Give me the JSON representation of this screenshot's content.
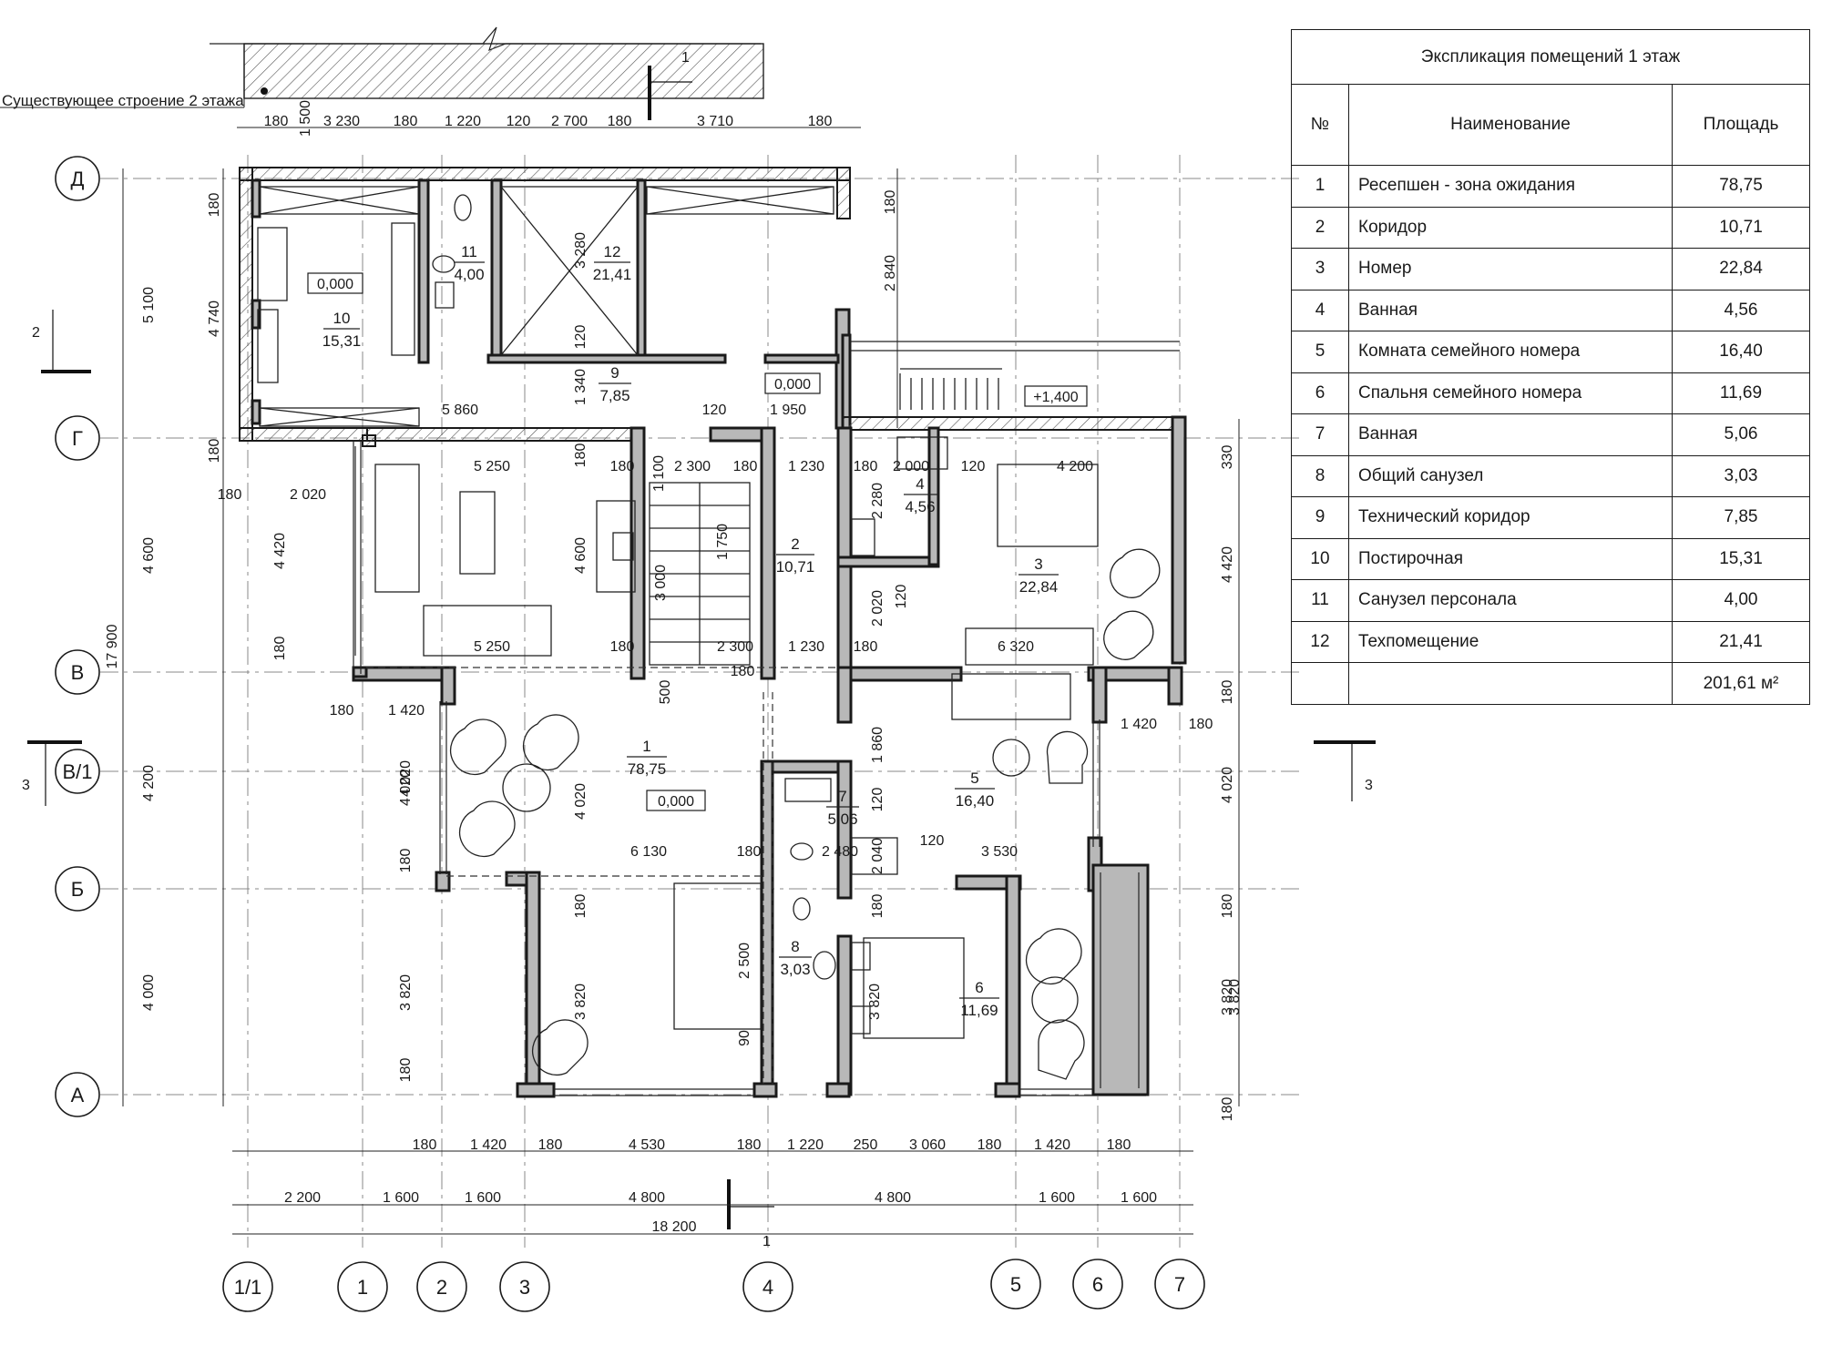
{
  "existing_building_note": "Существующее строение 2 этажа",
  "axes": {
    "rows": [
      "Д",
      "Г",
      "В",
      "В/1",
      "Б",
      "А"
    ],
    "columns": [
      "1/1",
      "1",
      "2",
      "3",
      "4",
      "5",
      "6",
      "7"
    ]
  },
  "section_marks": {
    "s1": "1",
    "s1b": "1",
    "s2": "2",
    "s3_left": "3",
    "s3_right": "3"
  },
  "dims": {
    "top": [
      "180",
      "3 230",
      "180",
      "1 220",
      "120",
      "2 700",
      "180",
      "3 710",
      "180"
    ],
    "top_vertical": "1 500",
    "bottom_row1": [
      "180",
      "1 420",
      "180",
      "4 530",
      "180",
      "1 220",
      "250",
      "3 060",
      "180",
      "1 420",
      "180"
    ],
    "bottom_row2": [
      "2 200",
      "1 600",
      "1 600",
      "4 800",
      "4 800",
      "1 600",
      "1 600"
    ],
    "overall": "18 200",
    "left_outer": [
      "5 100",
      "4 600",
      "4 200",
      "4 000"
    ],
    "left_total": "17 900",
    "left_inner": [
      "180",
      "4 740",
      "180",
      "4 420",
      "180",
      "4 020",
      "180",
      "3 820",
      "180"
    ],
    "left_misc": [
      "180",
      "2 020",
      "180",
      "1 420"
    ],
    "right": [
      "180",
      "2 840",
      "330",
      "4 420",
      "180",
      "4 020",
      "180",
      "3 820",
      "180"
    ],
    "interior": [
      "5 860",
      "120",
      "1 950",
      "5 250",
      "180",
      "1 100",
      "2 300",
      "180",
      "1 230",
      "180",
      "2 000",
      "120",
      "4 200",
      "4 600",
      "3 000",
      "1 750",
      "5 250",
      "180",
      "2 300",
      "1 230",
      "180",
      "6 320",
      "2 280",
      "2 020",
      "120",
      "500",
      "180",
      "1 860",
      "1 420",
      "180",
      "4 020",
      "4 020",
      "6 130",
      "180",
      "120",
      "2 480",
      "2 040",
      "120",
      "3 530",
      "2 500",
      "180",
      "3 820",
      "3 820",
      "90",
      "180",
      "3 820",
      "3 280",
      "1 340",
      "120",
      "180"
    ]
  },
  "levels": {
    "l1": "0,000",
    "l2": "0,000",
    "l3": "0,000",
    "l4": "+1,400"
  },
  "rooms": [
    {
      "num": "1",
      "area": "78,75"
    },
    {
      "num": "2",
      "area": "10,71"
    },
    {
      "num": "3",
      "area": "22,84"
    },
    {
      "num": "4",
      "area": "4,56"
    },
    {
      "num": "5",
      "area": "16,40"
    },
    {
      "num": "6",
      "area": "11,69"
    },
    {
      "num": "7",
      "area": "5,06"
    },
    {
      "num": "8",
      "area": "3,03"
    },
    {
      "num": "9",
      "area": "7,85"
    },
    {
      "num": "10",
      "area": "15,31"
    },
    {
      "num": "11",
      "area": "4,00"
    },
    {
      "num": "12",
      "area": "21,41"
    }
  ],
  "legend": {
    "title": "Экспликация помещений  1 этаж",
    "headers": {
      "num": "№",
      "name": "Наименование",
      "area": "Площадь"
    },
    "rows": [
      {
        "num": "1",
        "name": "Ресепшен - зона ожидания",
        "area": "78,75"
      },
      {
        "num": "2",
        "name": "Коридор",
        "area": "10,71"
      },
      {
        "num": "3",
        "name": "Номер",
        "area": "22,84"
      },
      {
        "num": "4",
        "name": "Ванная",
        "area": "4,56"
      },
      {
        "num": "5",
        "name": "Комната семейного номера",
        "area": "16,40"
      },
      {
        "num": "6",
        "name": "Спальня семейного номера",
        "area": "11,69"
      },
      {
        "num": "7",
        "name": "Ванная",
        "area": "5,06"
      },
      {
        "num": "8",
        "name": "Общий санузел",
        "area": "3,03"
      },
      {
        "num": "9",
        "name": "Технический коридор",
        "area": "7,85"
      },
      {
        "num": "10",
        "name": "Постирочная",
        "area": "15,31"
      },
      {
        "num": "11",
        "name": "Санузел персонала",
        "area": "4,00"
      },
      {
        "num": "12",
        "name": "Техпомещение",
        "area": "21,41"
      }
    ],
    "total": "201,61 м²"
  }
}
